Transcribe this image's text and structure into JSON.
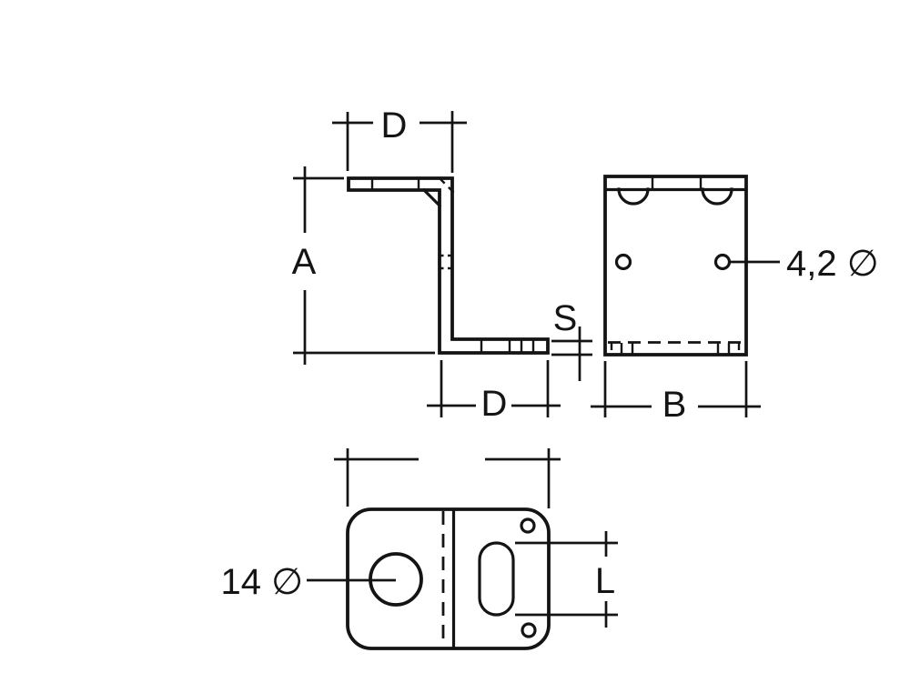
{
  "drawing": {
    "type": "technical-drawing",
    "part": "z-bracket",
    "colors": {
      "line": "#141414",
      "background": "#ffffff"
    },
    "side_view": {
      "top_width_label": "D",
      "height_label": "A",
      "thickness_label": "S",
      "bottom_width_label": "D"
    },
    "front_view": {
      "width_label": "B",
      "small_hole_label": "4,2 ∅"
    },
    "plan_view": {
      "large_hole_label": "14 ∅",
      "slot_length_label": "L"
    }
  }
}
